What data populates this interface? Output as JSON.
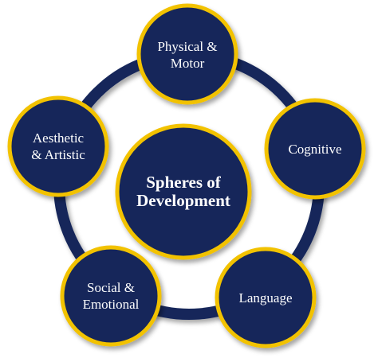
{
  "diagram": {
    "center": {
      "line1": "Spheres of",
      "line2": "Development"
    },
    "spheres": [
      {
        "line1": "Physical &",
        "line2": "Motor"
      },
      {
        "line1": "Cognitive",
        "line2": ""
      },
      {
        "line1": "Language",
        "line2": ""
      },
      {
        "line1": "Social &",
        "line2": "Emotional"
      },
      {
        "line1": "Aesthetic",
        "line2": "& Artistic"
      }
    ],
    "colors": {
      "fill": "#14275a",
      "border": "#f2c200",
      "ring": "#14275a",
      "text": "#ffffff"
    }
  }
}
